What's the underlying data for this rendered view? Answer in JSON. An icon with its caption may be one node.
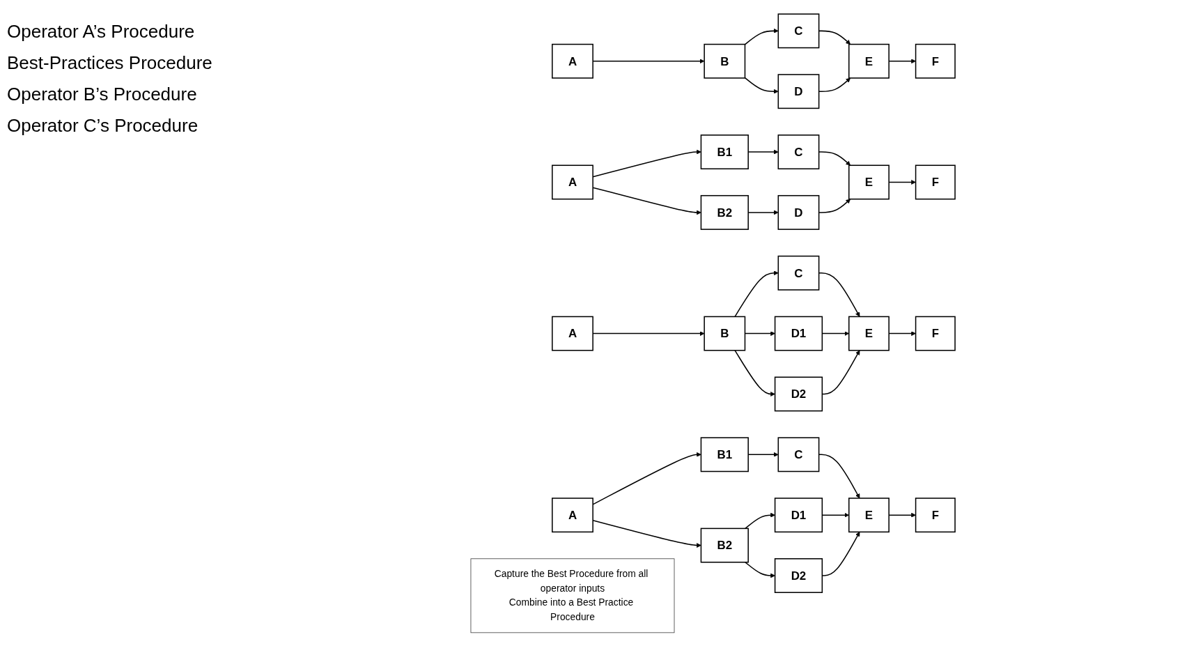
{
  "diagram": {
    "nodes": [
      {
        "text": [
          "A"
        ]
      },
      {
        "text": [
          "B"
        ]
      },
      {
        "text": [
          "C"
        ]
      },
      {
        "text": [
          "D"
        ]
      },
      {
        "text": [
          "E"
        ]
      },
      {
        "text": [
          "F"
        ]
      },
      {
        "text": [
          "A"
        ]
      },
      {
        "text": [
          "B1"
        ]
      },
      {
        "text": [
          "B2"
        ]
      },
      {
        "text": [
          "C"
        ]
      },
      {
        "text": [
          "D"
        ]
      },
      {
        "text": [
          "E"
        ]
      },
      {
        "text": [
          "F"
        ]
      },
      {
        "text": [
          "A"
        ]
      },
      {
        "text": [
          "B"
        ]
      },
      {
        "text": [
          "C"
        ]
      },
      {
        "text": [
          "D1"
        ]
      },
      {
        "text": [
          "D2"
        ]
      },
      {
        "text": [
          "E"
        ]
      },
      {
        "text": [
          "F"
        ]
      },
      {
        "text": [
          "A"
        ]
      },
      {
        "text": [
          "B1"
        ]
      },
      {
        "text": [
          "B2"
        ]
      },
      {
        "text": [
          "C"
        ]
      },
      {
        "text": [
          "D1"
        ]
      },
      {
        "text": [
          "D2"
        ]
      },
      {
        "text": [
          "E"
        ]
      },
      {
        "text": [
          "F"
        ]
      },
      {
        "text": [
          "Capture the Best Procedure from all operator inputs",
          "Combine into a Best Practice Procedure"
        ]
      }
    ],
    "edges": [
      {
        "from": 0,
        "to": 1,
        "arrow": "to"
      },
      {
        "from": 1,
        "to": 2,
        "arrow": "to"
      },
      {
        "from": 1,
        "to": 3,
        "arrow": "to"
      },
      {
        "from": 2,
        "to": 4,
        "arrow": "to"
      },
      {
        "from": 3,
        "to": 4,
        "arrow": "to"
      },
      {
        "from": 4,
        "to": 5,
        "arrow": "to"
      },
      {
        "from": 6,
        "to": 7,
        "arrow": "to"
      },
      {
        "from": 6,
        "to": 8,
        "arrow": "to"
      },
      {
        "from": 7,
        "to": 9,
        "arrow": "to"
      },
      {
        "from": 8,
        "to": 10,
        "arrow": "to"
      },
      {
        "from": 9,
        "to": 11,
        "arrow": "to"
      },
      {
        "from": 10,
        "to": 11,
        "arrow": "to"
      },
      {
        "from": 11,
        "to": 12,
        "arrow": "to"
      },
      {
        "from": 13,
        "to": 14,
        "arrow": "to"
      },
      {
        "from": 14,
        "to": 15,
        "arrow": "to"
      },
      {
        "from": 14,
        "to": 16,
        "arrow": "to"
      },
      {
        "from": 14,
        "to": 17,
        "arrow": "to"
      },
      {
        "from": 15,
        "to": 18,
        "arrow": "to"
      },
      {
        "from": 16,
        "to": 18,
        "arrow": "to"
      },
      {
        "from": 17,
        "to": 18,
        "arrow": "to"
      },
      {
        "from": 18,
        "to": 19,
        "arrow": "to"
      },
      {
        "from": 20,
        "to": 21,
        "arrow": "to"
      },
      {
        "from": 20,
        "to": 22,
        "arrow": "to"
      },
      {
        "from": 21,
        "to": 23,
        "arrow": "to"
      },
      {
        "from": 22,
        "to": 24,
        "arrow": "to"
      },
      {
        "from": 22,
        "to": 25,
        "arrow": "to"
      },
      {
        "from": 23,
        "to": 26,
        "arrow": "to"
      },
      {
        "from": 24,
        "to": 26,
        "arrow": "to"
      },
      {
        "from": 25,
        "to": 26,
        "arrow": "to"
      },
      {
        "from": 26,
        "to": 27,
        "arrow": "to"
      }
    ],
    "labels": [
      "Operator A’s Procedure",
      "Best-Practices Procedure",
      "Operator B’s Procedure",
      "Operator C’s Procedure"
    ]
  }
}
